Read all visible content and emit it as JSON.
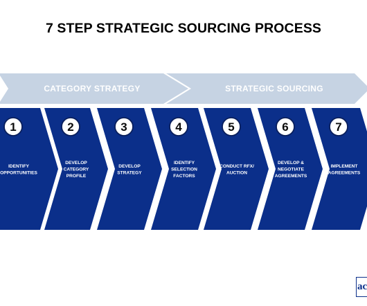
{
  "title": "7 STEP STRATEGIC SOURCING PROCESS",
  "colors": {
    "phase_fill": "#c6d3e3",
    "step_fill": "#0b2f8a",
    "number_circle": "#ffffff",
    "number_text": "#0b0b0b",
    "label_text": "#ffffff"
  },
  "phases": [
    {
      "label": "CATEGORY STRATEGY"
    },
    {
      "label": "STRATEGIC SOURCING"
    }
  ],
  "steps": [
    {
      "number": "1",
      "label": [
        "IDENTIFY",
        "OPPORTUNITIES"
      ]
    },
    {
      "number": "2",
      "label": [
        "DEVELOP",
        "CATEGORY",
        "PROFILE"
      ]
    },
    {
      "number": "3",
      "label": [
        "DEVELOP",
        "STRATEGY"
      ]
    },
    {
      "number": "4",
      "label": [
        "IDENTIFY",
        "SELECTION",
        "FACTORS"
      ]
    },
    {
      "number": "5",
      "label": [
        "CONDUCT RFX/",
        "AUCTION"
      ]
    },
    {
      "number": "6",
      "label": [
        "DEVELOP &",
        "NEGOTIATE",
        "AGREEMENTS"
      ]
    },
    {
      "number": "7",
      "label": [
        "IMPLEMENT",
        "AGREEMENTS"
      ]
    }
  ],
  "logo": {
    "text": "ac"
  }
}
